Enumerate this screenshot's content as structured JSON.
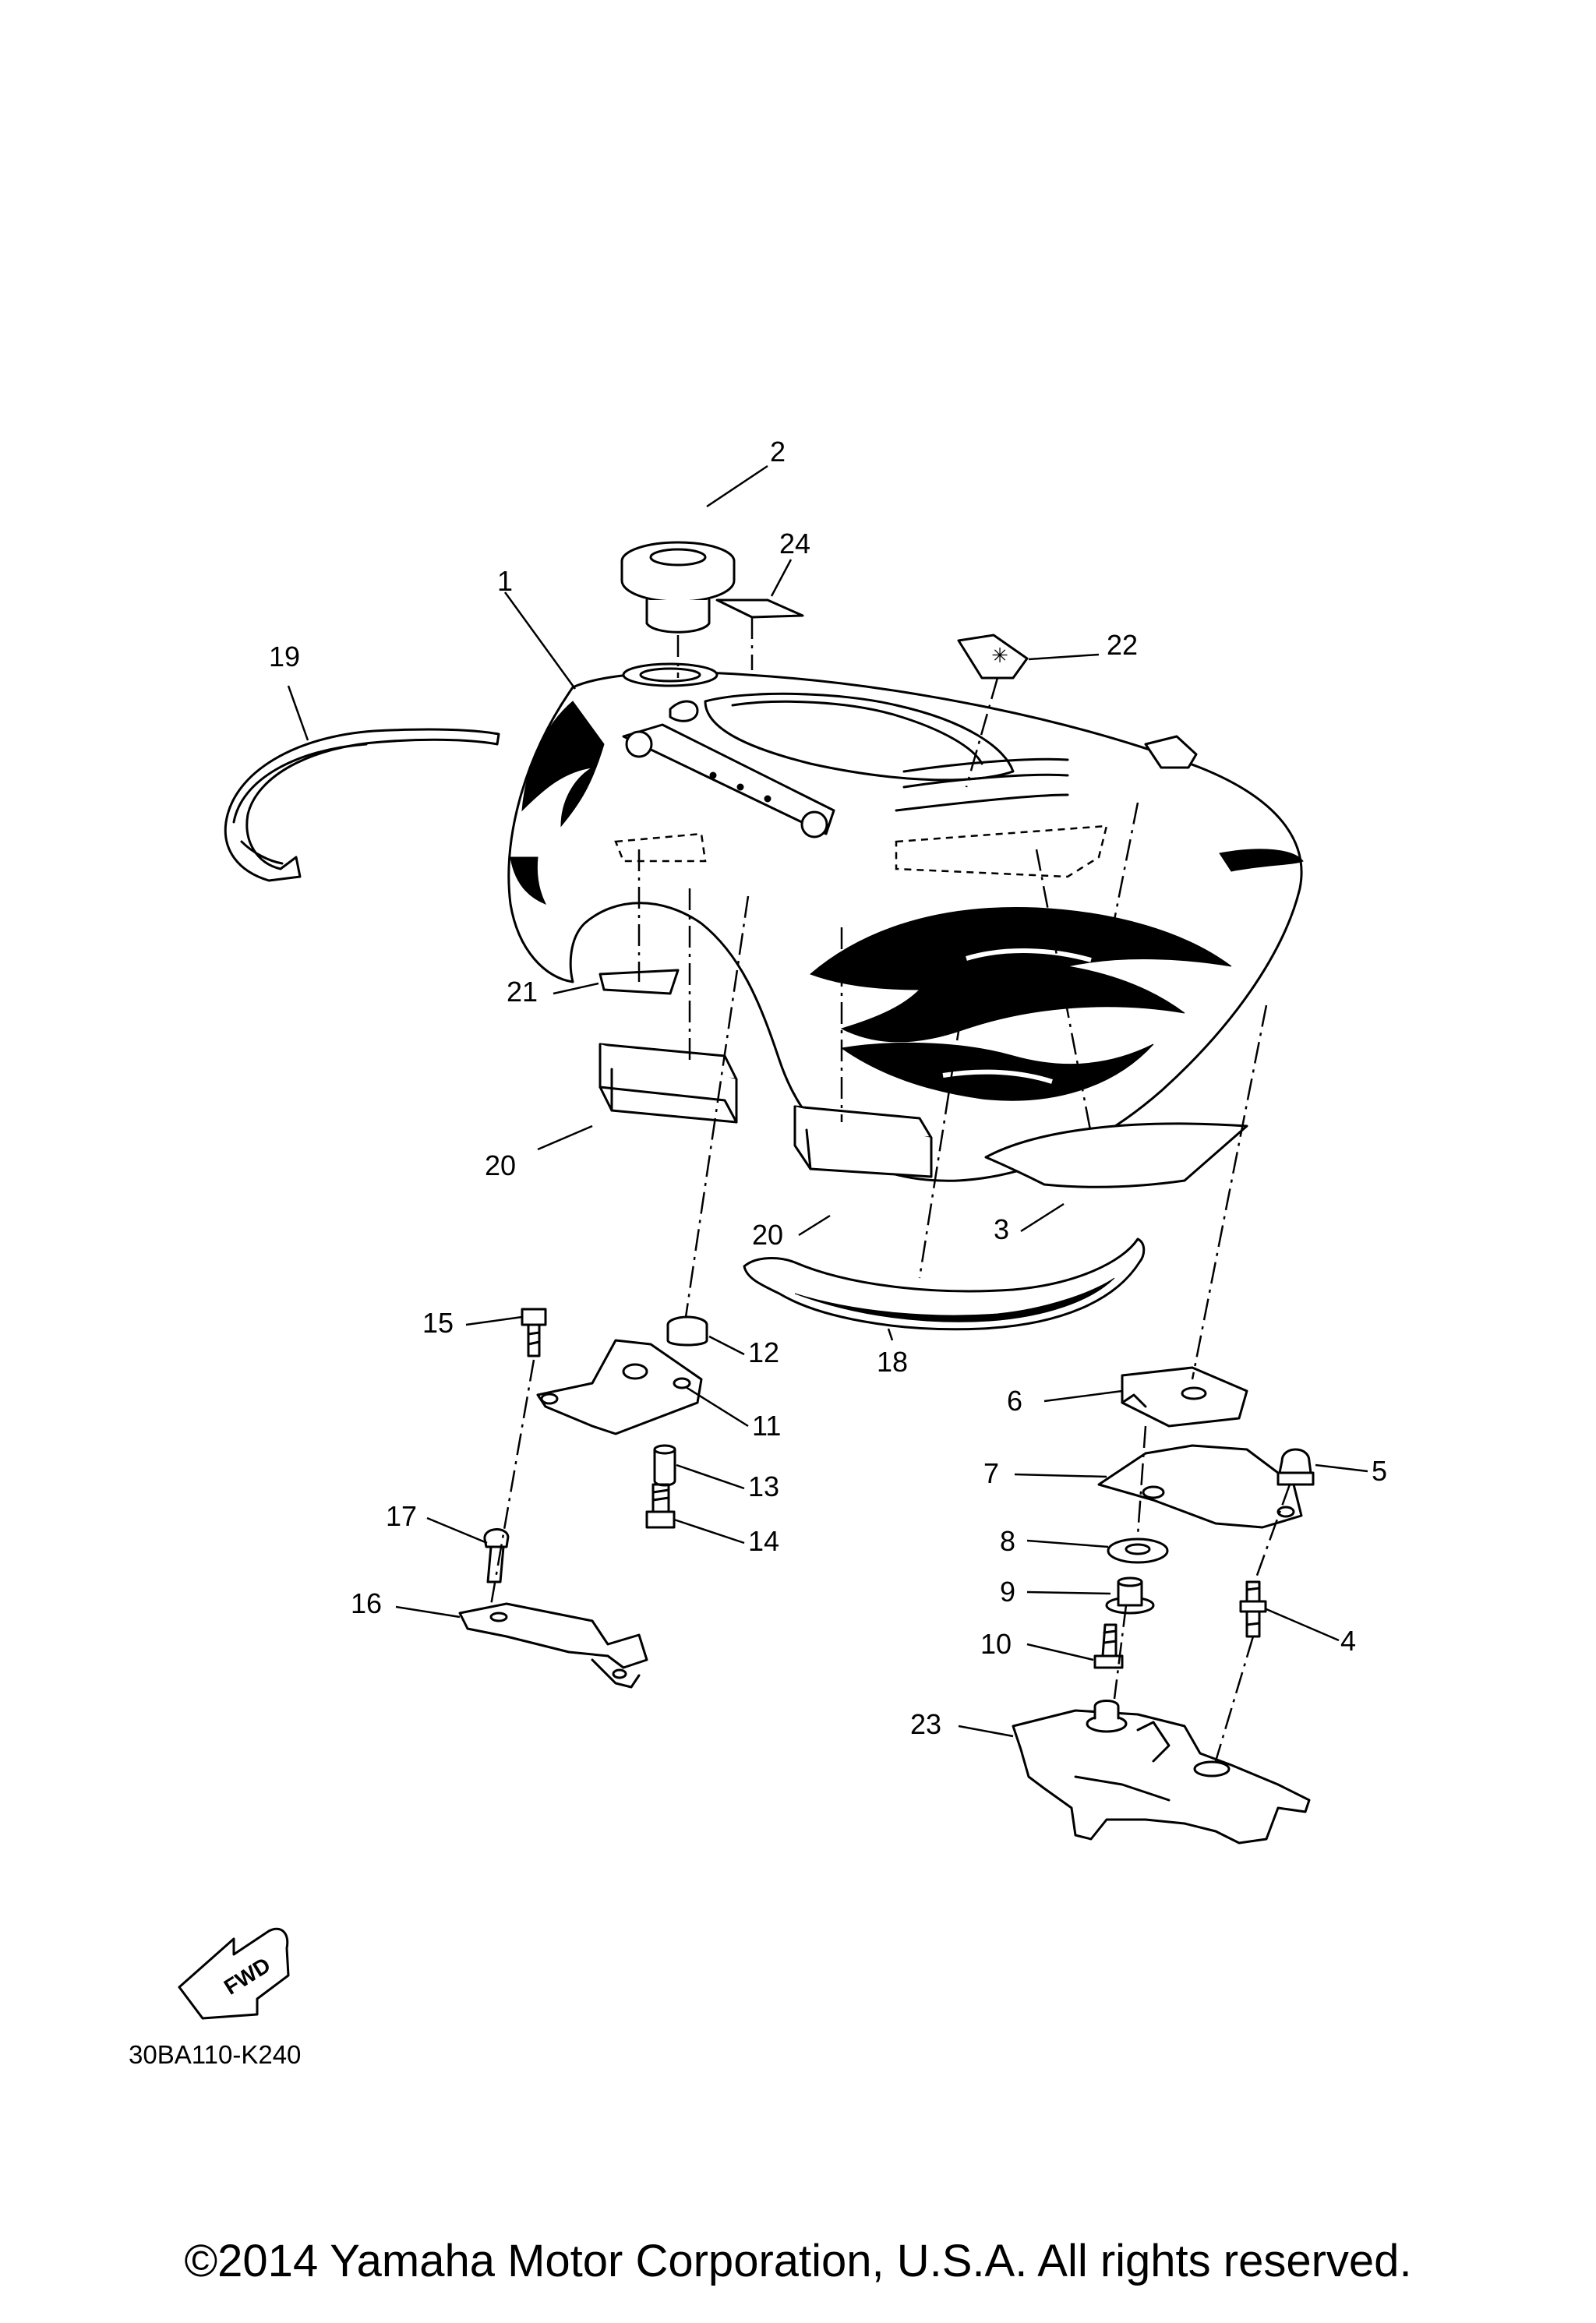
{
  "diagram": {
    "part_code": "30BA110-K240",
    "copyright": "©2014 Yamaha Motor Corporation, U.S.A. All rights reserved.",
    "fwd_label": "FWD",
    "callouts": {
      "c1": "1",
      "c2": "2",
      "c3": "3",
      "c4": "4",
      "c5": "5",
      "c6": "6",
      "c7": "7",
      "c8": "8",
      "c9": "9",
      "c10": "10",
      "c11": "11",
      "c12": "12",
      "c13": "13",
      "c14": "14",
      "c15": "15",
      "c16": "16",
      "c17": "17",
      "c18": "18",
      "c19": "19",
      "c20a": "20",
      "c20b": "20",
      "c21": "21",
      "c22": "22",
      "c23": "23",
      "c24": "24"
    }
  }
}
